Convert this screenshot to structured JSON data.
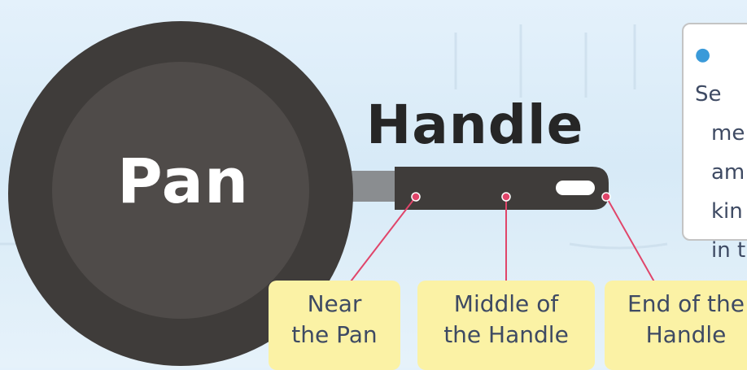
{
  "diagram": {
    "pan_label": "Pan",
    "handle_title": "Handle"
  },
  "callouts": {
    "near_pan": [
      "Near",
      "the Pan"
    ],
    "middle": [
      "Middle of",
      "the Handle"
    ],
    "end": [
      "End of the",
      "Handle"
    ]
  },
  "note": {
    "lines": [
      "Se",
      "me",
      "am",
      "kin",
      "in t"
    ]
  },
  "colors": {
    "pan_rim": "#3f3c3a",
    "pan_inner": "#4f4b49",
    "handle": "#3f3c3a",
    "connector": "#8a8d90",
    "pointer": "#e0456a",
    "callout_bg": "#fbf2a5",
    "text_blue": "#3e4a63",
    "bullet": "#3a9ad9"
  }
}
